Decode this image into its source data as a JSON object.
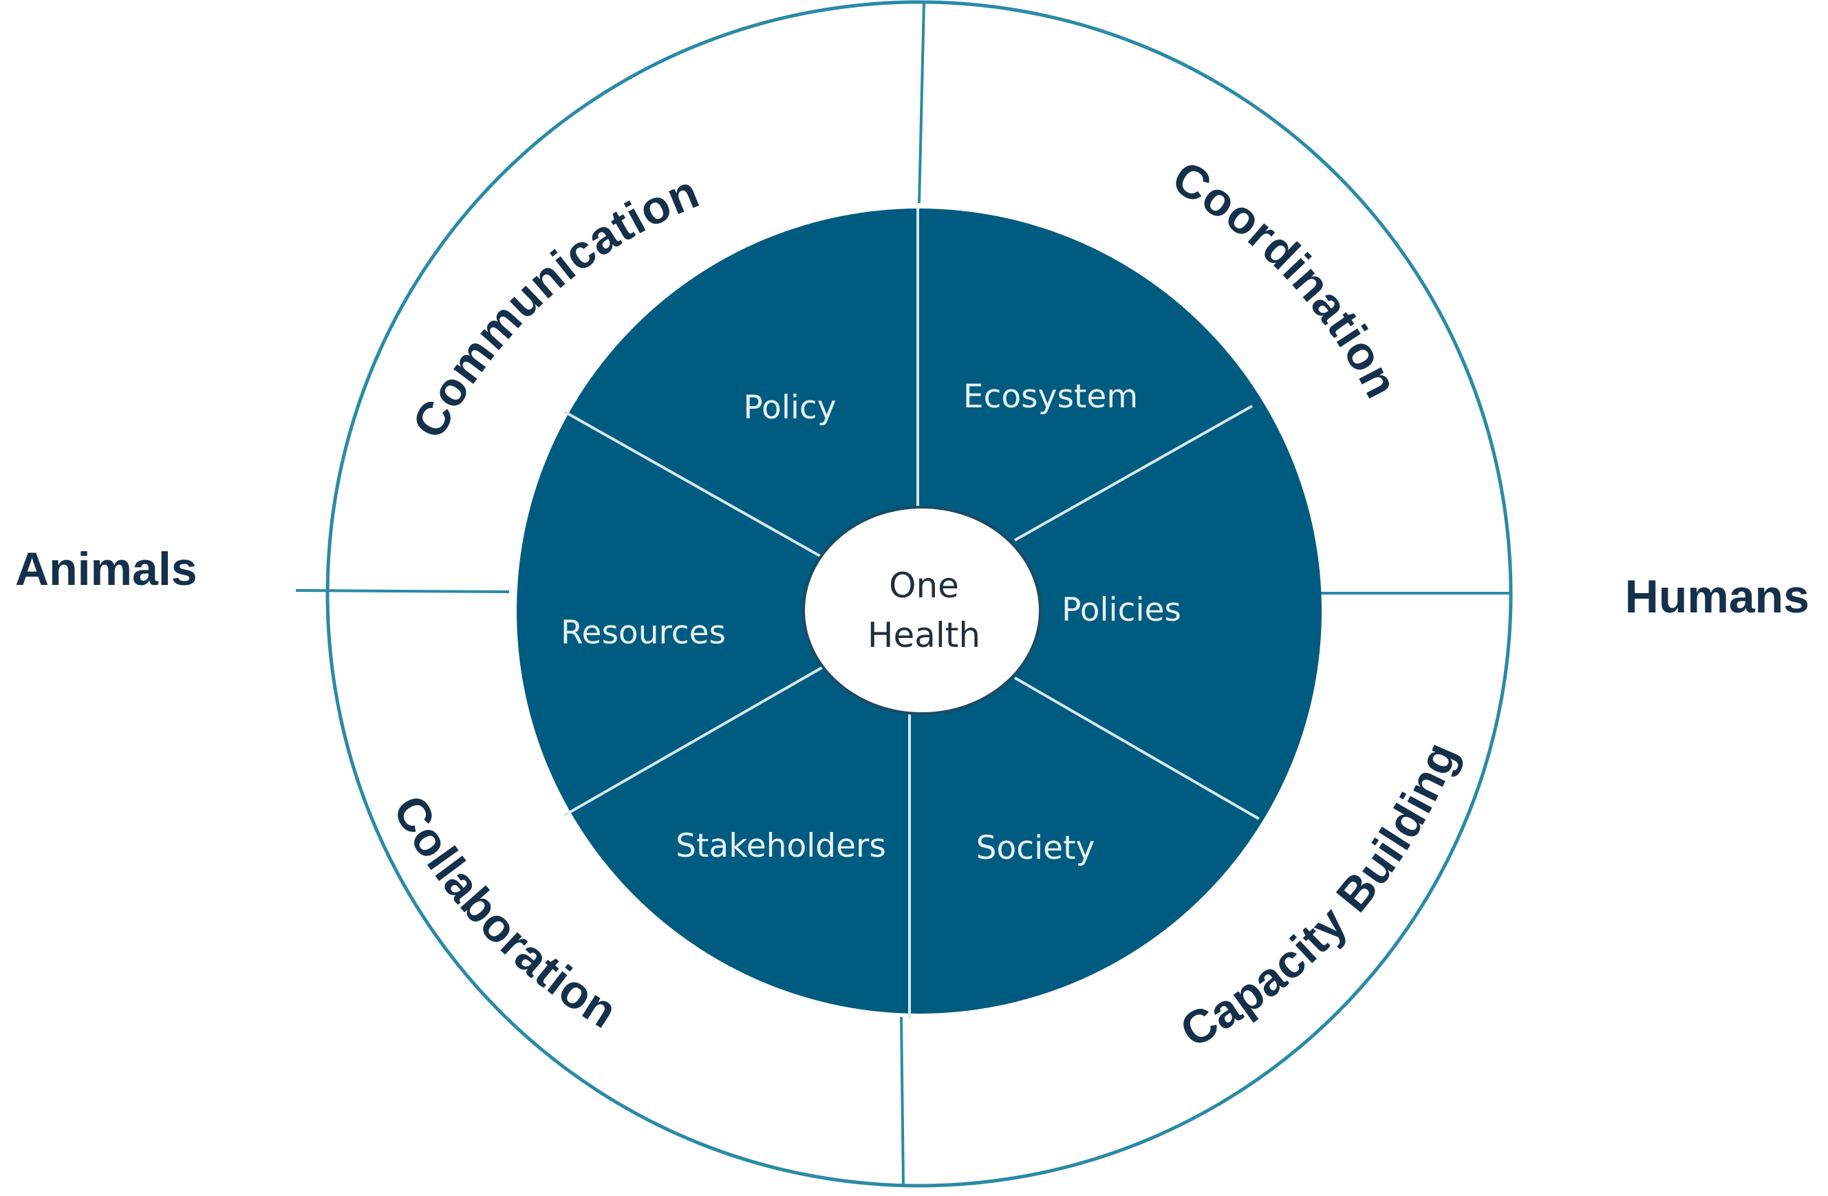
{
  "center": {
    "line1": "One",
    "line2": "Health"
  },
  "sides": {
    "left": "Animals",
    "right": "Humans"
  },
  "ring": {
    "top_left": "Communication",
    "top_right": "Coordination",
    "bottom_left": "Collaboration",
    "bottom_right": "Capacity Building"
  },
  "sectors": {
    "policy": "Policy",
    "ecosystem": "Ecosystem",
    "policies": "Policies",
    "society": "Society",
    "stakeholders": "Stakeholders",
    "resources": "Resources"
  },
  "colors": {
    "inner_fill": "#005b80",
    "ring_stroke": "#2a8aa6",
    "divider": "#d6e8ef",
    "text_dark": "#14304a"
  }
}
